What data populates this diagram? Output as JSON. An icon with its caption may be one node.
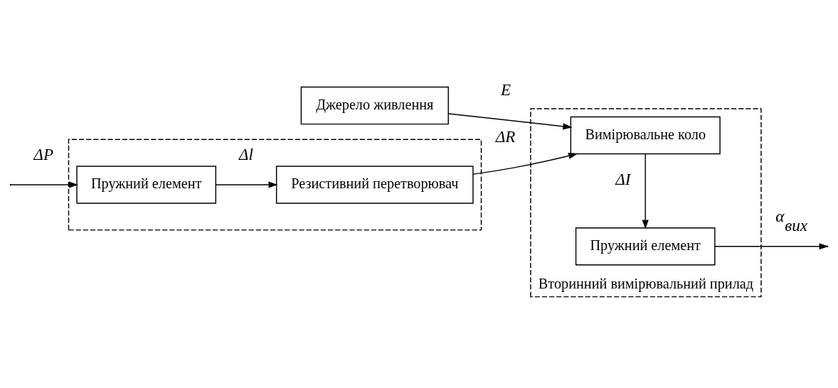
{
  "diagram": {
    "nodes": [
      {
        "text": [],
        "shape": "box"
      },
      {
        "text": [
          "Пружний елемент"
        ],
        "in": 0
      },
      {
        "text": [
          "Резистивний перетворювач"
        ],
        "in": 0
      },
      {
        "text": [
          "Джерело живлення"
        ]
      },
      {
        "text": [
          "Вторинний вимірювальний прилад"
        ]
      },
      {
        "text": [
          "Вимірювальне коло"
        ],
        "in": 4
      },
      {
        "text": [
          "Пружний елемент"
        ],
        "in": 4
      }
    ],
    "edges": [
      {
        "from": null,
        "to": 1,
        "arrow": "to",
        "label": "ΔP"
      },
      {
        "from": 1,
        "to": 2,
        "arrow": "to",
        "label": "Δl"
      },
      {
        "from": 2,
        "to": 5,
        "arrow": "to",
        "label": "ΔR"
      },
      {
        "from": 3,
        "to": 5,
        "arrow": "to",
        "label": "E"
      },
      {
        "from": 5,
        "to": 6,
        "arrow": "to",
        "label": "ΔI"
      },
      {
        "from": 6,
        "to": null,
        "arrow": "to",
        "label": "α$_{вих}$"
      }
    ]
  }
}
